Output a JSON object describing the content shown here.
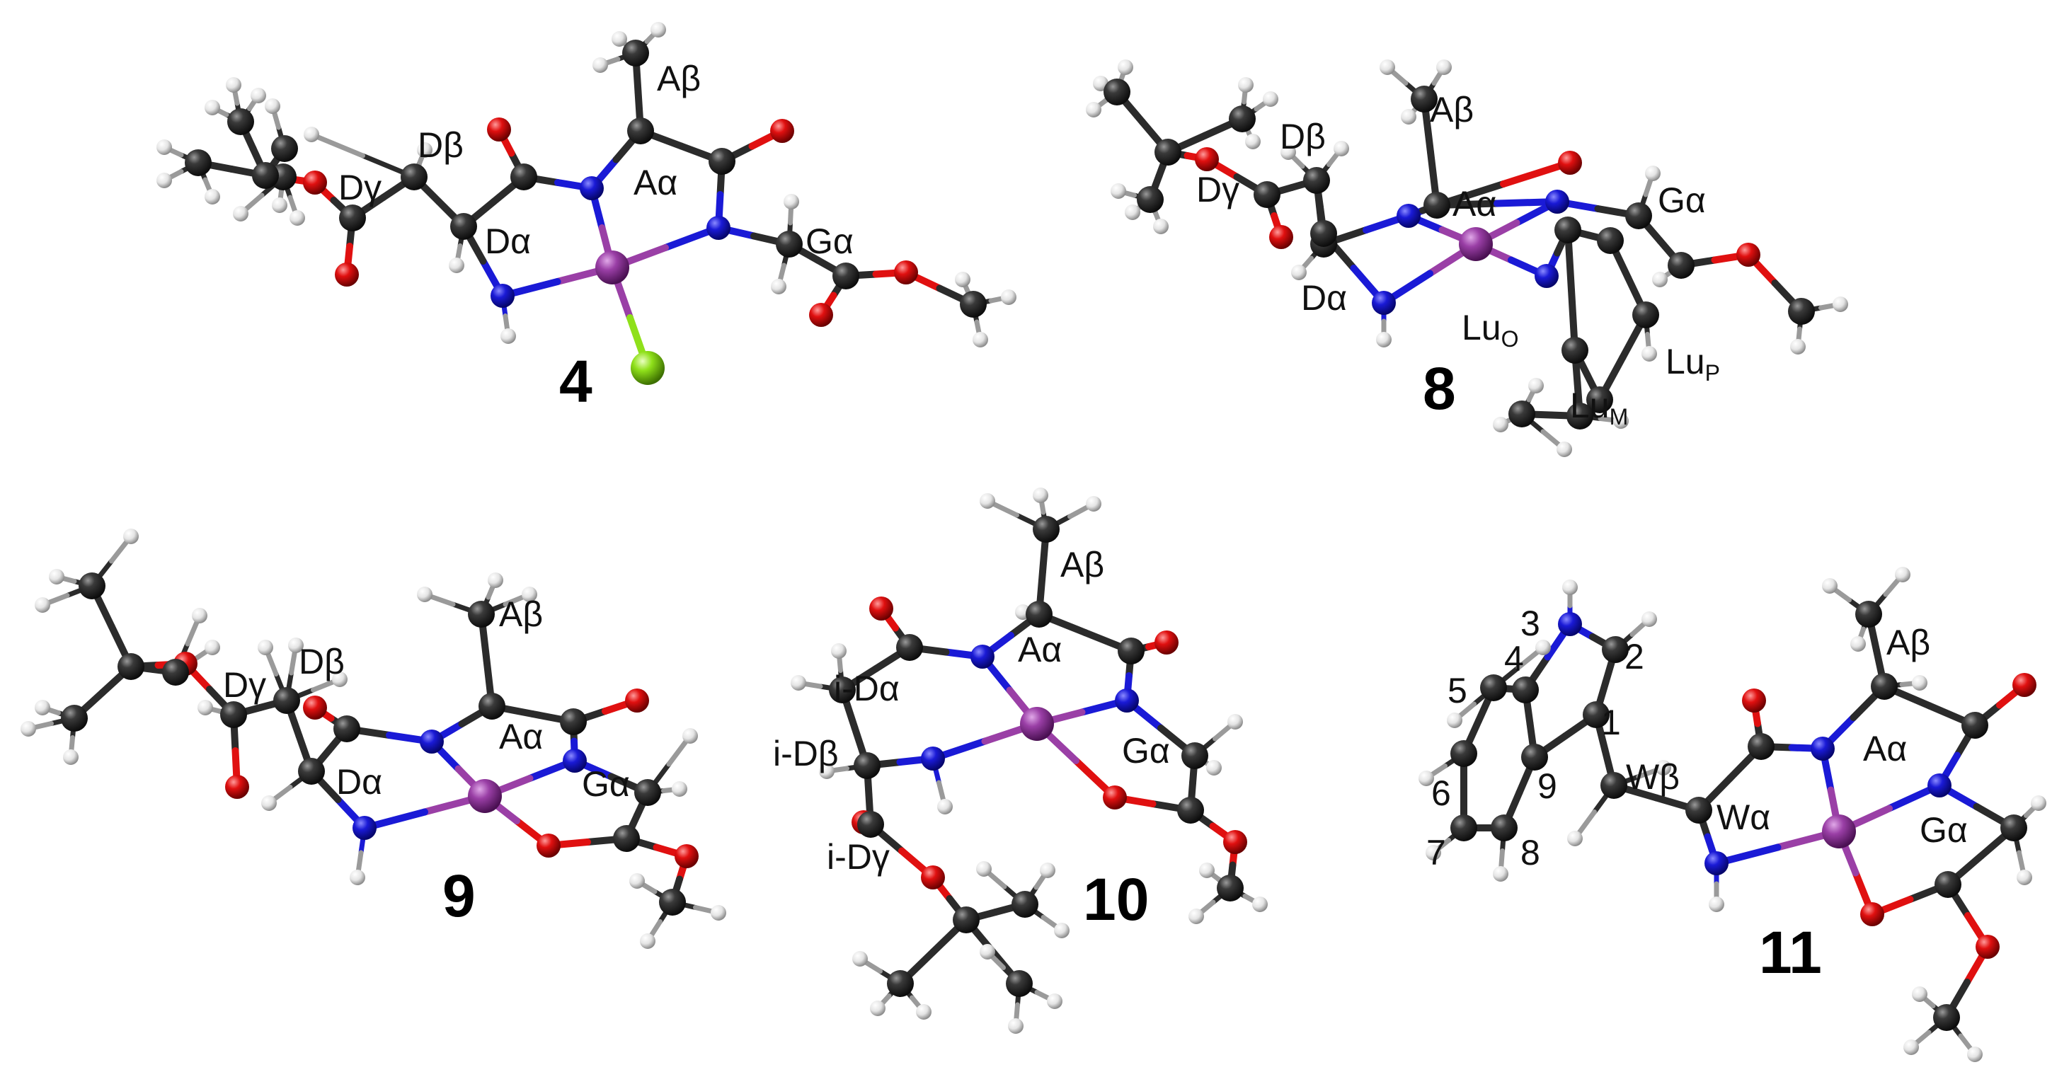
{
  "colors": {
    "background": "#ffffff",
    "carbon": "#2b2b2b",
    "nitrogen": "#1a1ad6",
    "oxygen": "#e01010",
    "hydrogen": "#e6e6e6",
    "metal": "#9a3fa6",
    "halogen": "#8fe01a",
    "label": "#111111"
  },
  "figure": {
    "panels": [
      {
        "id": "4",
        "compound_label": "4",
        "atom_labels": [
          {
            "name": "a-beta",
            "base": "Aβ",
            "sub": ""
          },
          {
            "name": "d-beta",
            "base": "Dβ",
            "sub": ""
          },
          {
            "name": "d-gamma",
            "base": "Dγ",
            "sub": ""
          },
          {
            "name": "a-alpha",
            "base": "Aα",
            "sub": ""
          },
          {
            "name": "d-alpha",
            "base": "Dα",
            "sub": ""
          },
          {
            "name": "g-alpha",
            "base": "Gα",
            "sub": ""
          }
        ]
      },
      {
        "id": "8",
        "compound_label": "8",
        "atom_labels": [
          {
            "name": "a-beta",
            "base": "Aβ",
            "sub": ""
          },
          {
            "name": "d-beta",
            "base": "Dβ",
            "sub": ""
          },
          {
            "name": "d-gamma",
            "base": "Dγ",
            "sub": ""
          },
          {
            "name": "a-alpha",
            "base": "Aα",
            "sub": ""
          },
          {
            "name": "g-alpha",
            "base": "Gα",
            "sub": ""
          },
          {
            "name": "d-alpha",
            "base": "Dα",
            "sub": ""
          },
          {
            "name": "lu-o",
            "base": "Lu",
            "sub": "O"
          },
          {
            "name": "lu-p",
            "base": "Lu",
            "sub": "P"
          },
          {
            "name": "lu-m",
            "base": "Lu",
            "sub": "M"
          }
        ]
      },
      {
        "id": "9",
        "compound_label": "9",
        "atom_labels": [
          {
            "name": "a-beta",
            "base": "Aβ",
            "sub": ""
          },
          {
            "name": "d-gamma",
            "base": "Dγ",
            "sub": ""
          },
          {
            "name": "d-beta",
            "base": "Dβ",
            "sub": ""
          },
          {
            "name": "a-alpha",
            "base": "Aα",
            "sub": ""
          },
          {
            "name": "d-alpha",
            "base": "Dα",
            "sub": ""
          },
          {
            "name": "g-alpha",
            "base": "Gα",
            "sub": ""
          }
        ]
      },
      {
        "id": "10",
        "compound_label": "10",
        "atom_labels": [
          {
            "name": "a-beta",
            "base": "Aβ",
            "sub": ""
          },
          {
            "name": "a-alpha",
            "base": "Aα",
            "sub": ""
          },
          {
            "name": "i-d-alpha",
            "base": "i-Dα",
            "sub": ""
          },
          {
            "name": "i-d-beta",
            "base": "i-Dβ",
            "sub": ""
          },
          {
            "name": "g-alpha",
            "base": "Gα",
            "sub": ""
          },
          {
            "name": "i-d-gamma",
            "base": "i-Dγ",
            "sub": ""
          }
        ]
      },
      {
        "id": "11",
        "compound_label": "11",
        "atom_labels": [
          {
            "name": "n3",
            "base": "3",
            "sub": ""
          },
          {
            "name": "c2",
            "base": "2",
            "sub": ""
          },
          {
            "name": "a-beta",
            "base": "Aβ",
            "sub": ""
          },
          {
            "name": "c4",
            "base": "4",
            "sub": ""
          },
          {
            "name": "c5",
            "base": "5",
            "sub": ""
          },
          {
            "name": "c1",
            "base": "1",
            "sub": ""
          },
          {
            "name": "a-alpha",
            "base": "Aα",
            "sub": ""
          },
          {
            "name": "w-beta",
            "base": "Wβ",
            "sub": ""
          },
          {
            "name": "c9",
            "base": "9",
            "sub": ""
          },
          {
            "name": "c6",
            "base": "6",
            "sub": ""
          },
          {
            "name": "w-alpha",
            "base": "Wα",
            "sub": ""
          },
          {
            "name": "g-alpha",
            "base": "Gα",
            "sub": ""
          },
          {
            "name": "c7",
            "base": "7",
            "sub": ""
          },
          {
            "name": "c8",
            "base": "8",
            "sub": ""
          }
        ]
      }
    ]
  }
}
